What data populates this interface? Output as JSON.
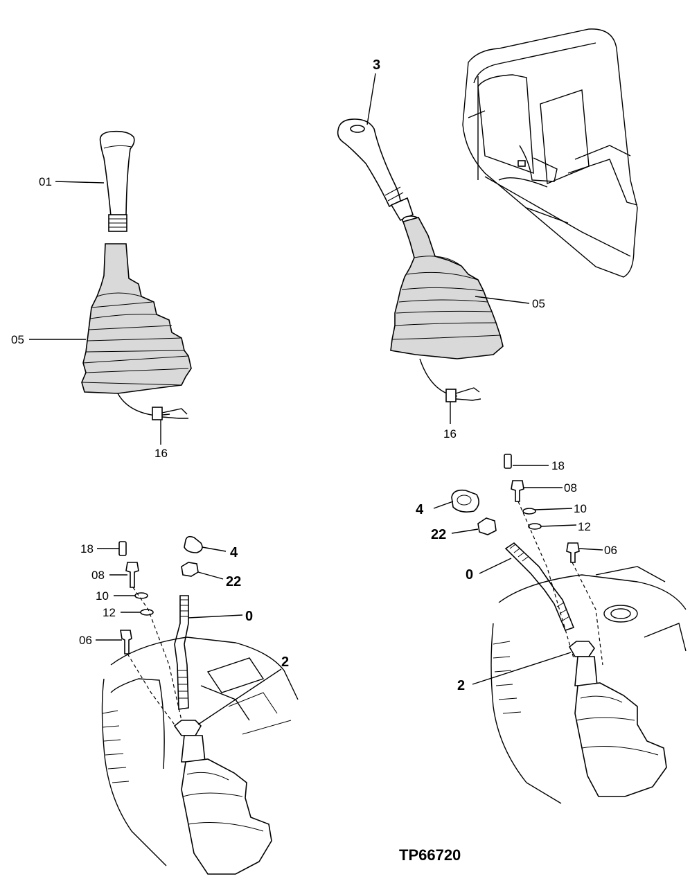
{
  "figure_code": "TP66720",
  "callouts": {
    "left_top": {
      "c01": "01",
      "c05": "05",
      "c16": "16"
    },
    "right_top": {
      "c3": "3",
      "c05": "05",
      "c16": "16"
    },
    "left_bottom": {
      "c18": "18",
      "c08": "08",
      "c10": "10",
      "c12": "12",
      "c06": "06",
      "c4": "4",
      "c22": "22",
      "c0": "0",
      "c2": "2"
    },
    "right_bottom": {
      "c18": "18",
      "c08": "08",
      "c10": "10",
      "c12": "12",
      "c06": "06",
      "c4": "4",
      "c22": "22",
      "c0": "0",
      "c2": "2"
    }
  }
}
